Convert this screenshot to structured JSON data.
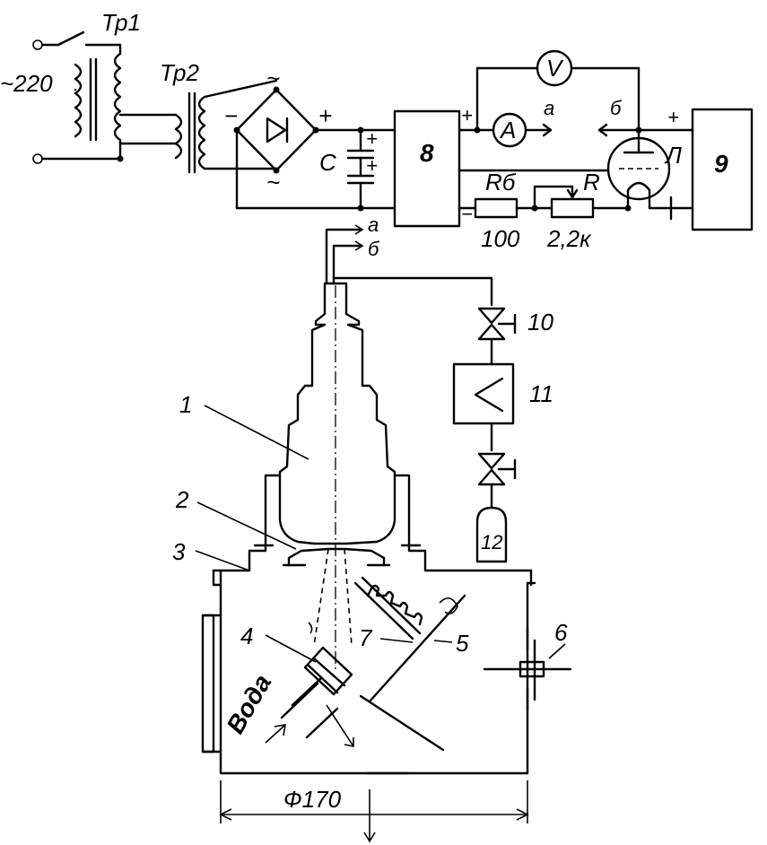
{
  "power": {
    "mains": "~220",
    "tr1": "Тр1",
    "tr2": "Тр2",
    "rect_tilde_top": "~",
    "rect_tilde_bottom": "~",
    "rect_minus": "−",
    "rect_plus": "+",
    "capacitor": "C",
    "cap_plus_1": "+",
    "cap_plus_2": "+"
  },
  "control": {
    "block8": "8",
    "block9": "9",
    "plus_out": "+",
    "minus_out": "−",
    "plus_9": "+",
    "ammeter": "A",
    "voltmeter": "V",
    "lamp": "Л",
    "rb_label": "Rб",
    "r_label": "R",
    "rb_value": "100",
    "r_value": "2,2к",
    "arrow_a": "а",
    "arrow_b": "б",
    "lead_a": "а",
    "lead_b": "б"
  },
  "gas": {
    "valve_top": "10",
    "gauge": "11",
    "cylinder": "12"
  },
  "chamber": {
    "callouts": [
      "1",
      "2",
      "3",
      "4",
      "5",
      "6",
      "7"
    ],
    "water": "Вода",
    "diameter": "Ф170"
  }
}
